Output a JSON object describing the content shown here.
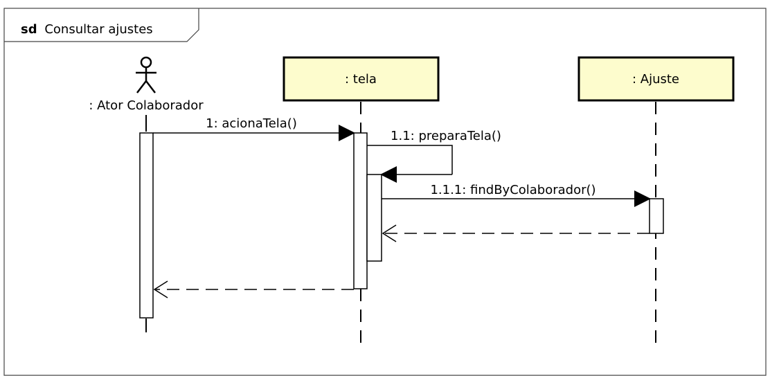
{
  "frame": {
    "keyword": "sd",
    "title": "Consultar ajustes"
  },
  "lifelines": {
    "actor": {
      "label": ": Ator Colaborador"
    },
    "tela": {
      "label": ": tela"
    },
    "ajuste": {
      "label": ": Ajuste"
    }
  },
  "messages": {
    "m1": {
      "label": "1: acionaTela()"
    },
    "m11": {
      "label": "1.1: preparaTela()"
    },
    "m111": {
      "label": "1.1.1: findByColaborador()"
    }
  },
  "colors": {
    "lifeline_head_fill": "#fdfccd",
    "line": "#000000",
    "frame": "#444444",
    "background": "#ffffff"
  }
}
